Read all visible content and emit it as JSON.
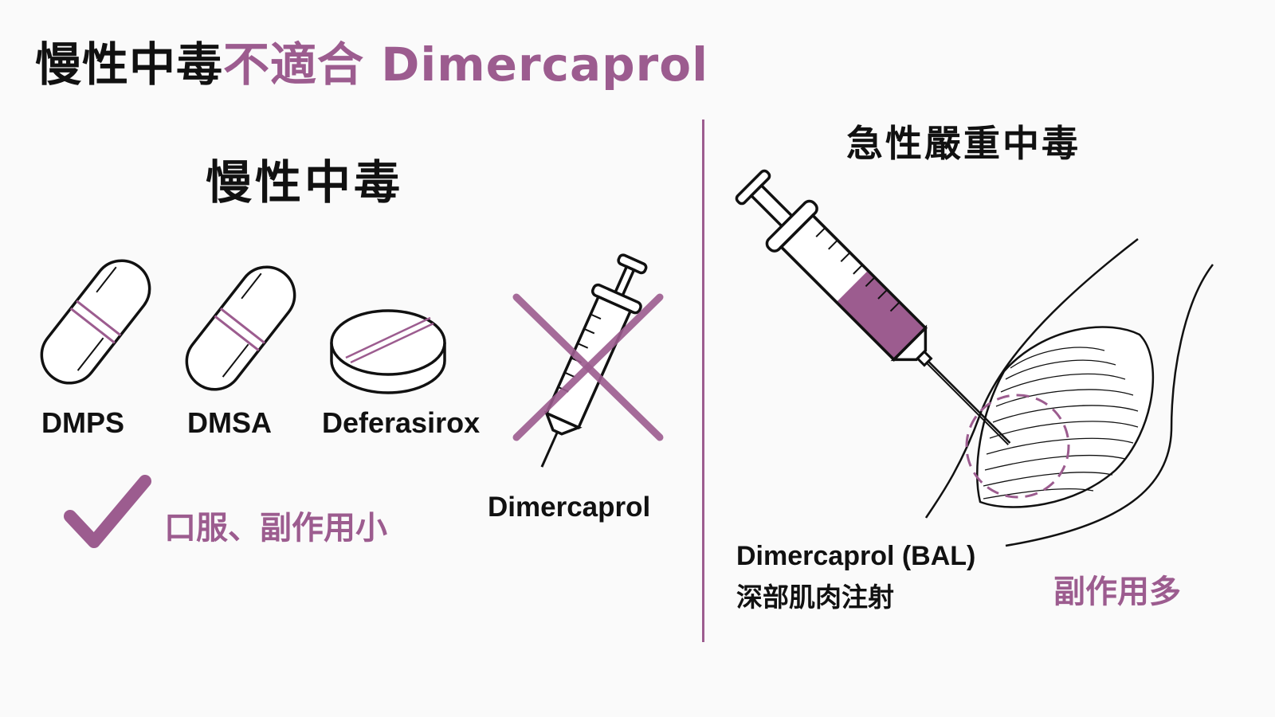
{
  "title": {
    "part1": "慢性中毒",
    "part2": "不適合 Dimercaprol"
  },
  "left": {
    "heading": "慢性中毒",
    "oral_drugs": [
      {
        "name": "DMPS",
        "form": "capsule",
        "icon": "capsule-icon"
      },
      {
        "name": "DMSA",
        "form": "capsule",
        "icon": "capsule-icon"
      },
      {
        "name": "Deferasirox",
        "form": "tablet",
        "icon": "tablet-icon"
      }
    ],
    "rejected_drug": {
      "name": "Dimercaprol",
      "icon": "syringe-icon",
      "crossed_out": true
    },
    "benefit": {
      "text": "口服、副作用小",
      "icon": "checkmark-icon"
    }
  },
  "right": {
    "heading": "急性嚴重中毒",
    "drug": "Dimercaprol (BAL)",
    "route": "深部肌肉注射",
    "side_effects": "副作用多",
    "icons": [
      "syringe-icon",
      "muscle-icon",
      "injection-site-circle-icon"
    ]
  },
  "colors": {
    "accent": "#9c5c8f",
    "ink": "#111111",
    "background": "#fafafa"
  }
}
